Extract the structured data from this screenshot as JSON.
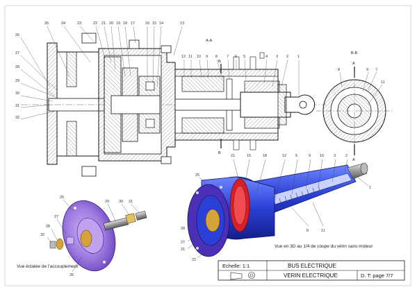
{
  "sheet": {
    "section_aa": "A-A",
    "section_bb": "B-B",
    "section_letters": [
      "A",
      "B"
    ]
  },
  "balloons_section_top": [
    "26",
    "24",
    "23",
    "22",
    "21",
    "20",
    "19",
    "18",
    "17",
    "16",
    "15",
    "14",
    "13",
    "12",
    "11",
    "10",
    "9",
    "8",
    "7",
    "6",
    "5",
    "4",
    "3",
    "2",
    "1"
  ],
  "balloons_section_left": [
    "26",
    "27",
    "28",
    "29",
    "30",
    "31",
    "32"
  ],
  "balloons_bb": [
    "8",
    "9",
    "7",
    "11"
  ],
  "balloons_3d_top": [
    "25",
    "21",
    "15",
    "18",
    "12",
    "5",
    "9",
    "10",
    "3",
    "2"
  ],
  "balloons_3d_side": [
    "1",
    "8",
    "11",
    "28",
    "27",
    "31",
    "22"
  ],
  "balloons_exploded": [
    "25",
    "29",
    "30",
    "31",
    "27",
    "28",
    "32",
    "26"
  ],
  "captions": {
    "view_3d": "Vue en 3D au 1/4 de coupe du vérin sans moteur",
    "exploded": "Vue éclatée de l'accouplement"
  },
  "title_block": {
    "scale": "Echelle: 1:1",
    "project": "BUS ELECTRIQUE",
    "part": "VERIN ELECTRIQUE",
    "doc": "D. T: page 7/7"
  },
  "colors": {
    "hatch": "#555555",
    "blue_body": "#2a3fd6",
    "purple_body": "#8a5cd8",
    "red_gear": "#d8202a"
  }
}
